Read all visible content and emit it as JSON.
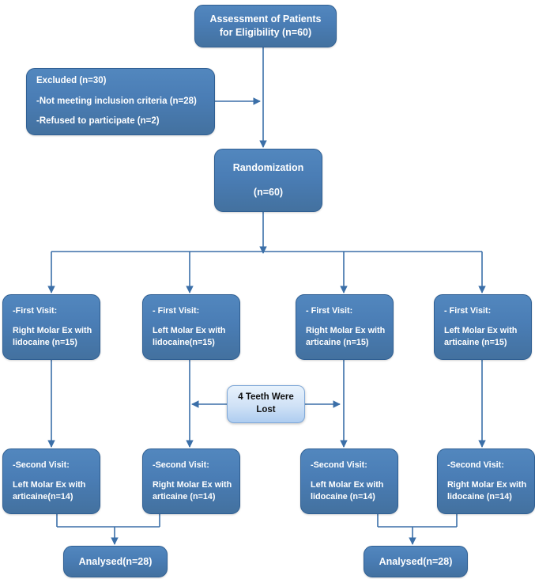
{
  "diagram": {
    "title": "CONSORT participant flow diagram",
    "colors": {
      "node_fill": "#4a7db5",
      "node_border": "#2f5f93",
      "node_text": "#ffffff",
      "highlight_fill": "#c7ddf4",
      "highlight_border": "#7fa8d8",
      "highlight_text": "#111111",
      "connector": "#3b6fa8",
      "background": "#ffffff"
    },
    "nodes": {
      "assessment": {
        "line1": "Assessment of Patients",
        "line2": "for Eligibility (n=60)"
      },
      "excluded": {
        "line1": "Excluded (n=30)",
        "line2": "-Not meeting inclusion criteria (n=28)",
        "line3": "-Refused to participate (n=2)"
      },
      "randomization": {
        "line1": "Randomization",
        "line2": "(n=60)"
      },
      "first_visit_1": {
        "line1": "-First Visit:",
        "line2": "Right Molar Ex with",
        "line3": "lidocaine (n=15)"
      },
      "first_visit_2": {
        "line1": "- First Visit:",
        "line2": "Left Molar Ex with",
        "line3": "lidocaine(n=15)"
      },
      "first_visit_3": {
        "line1": "- First Visit:",
        "line2": "Right Molar Ex with",
        "line3": "articaine (n=15)"
      },
      "first_visit_4": {
        "line1": "- First Visit:",
        "line2": "Left Molar Ex with",
        "line3": "articaine (n=15)"
      },
      "teeth_lost": {
        "line1": "4 Teeth Were",
        "line2": "Lost"
      },
      "second_visit_1": {
        "line1": "-Second Visit:",
        "line2": "Left Molar Ex with",
        "line3": "articaine(n=14)"
      },
      "second_visit_2": {
        "line1": "-Second Visit:",
        "line2": "Right Molar Ex with",
        "line3": "articaine (n=14)"
      },
      "second_visit_3": {
        "line1": "-Second Visit:",
        "line2": "Left Molar Ex with",
        "line3": "lidocaine (n=14)"
      },
      "second_visit_4": {
        "line1": "-Second Visit:",
        "line2": "Right Molar Ex with",
        "line3": "lidocaine (n=14)"
      },
      "analysed_left": {
        "line1": "Analysed(n=28)"
      },
      "analysed_right": {
        "line1": "Analysed(n=28)"
      }
    }
  }
}
